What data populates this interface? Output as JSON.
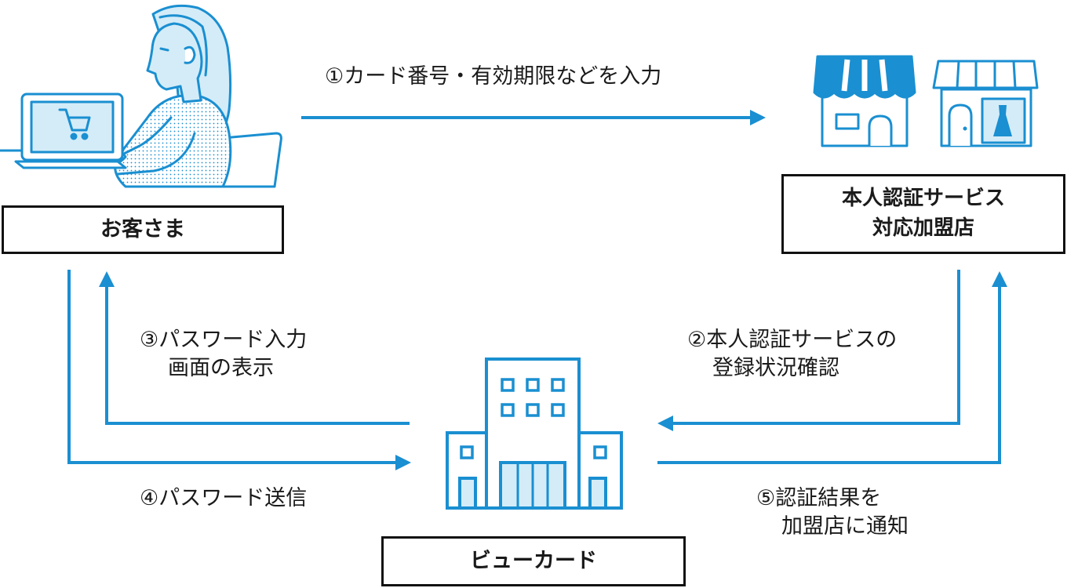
{
  "colors": {
    "accent": "#1a8fd1",
    "light": "#d4ecf8",
    "dark": "#111111"
  },
  "nodes": {
    "customer": {
      "label": "お客さま"
    },
    "merchant": {
      "line1": "本人認証サービス",
      "line2": "対応加盟店"
    },
    "viewcard": {
      "label": "ビューカード"
    }
  },
  "steps": {
    "s1": {
      "line1": "①カード番号・有効期限などを入力"
    },
    "s2": {
      "line1": "②本人認証サービスの",
      "line2": "登録状況確認"
    },
    "s3": {
      "line1": "③パスワード入力",
      "line2": "画面の表示"
    },
    "s4": {
      "line1": "④パスワード送信"
    },
    "s5": {
      "line1": "⑤認証結果を",
      "line2": "加盟店に通知"
    }
  },
  "icons": {
    "customer": "woman-at-laptop-icon",
    "merchant": "storefront-icon",
    "viewcard": "office-building-icon"
  }
}
